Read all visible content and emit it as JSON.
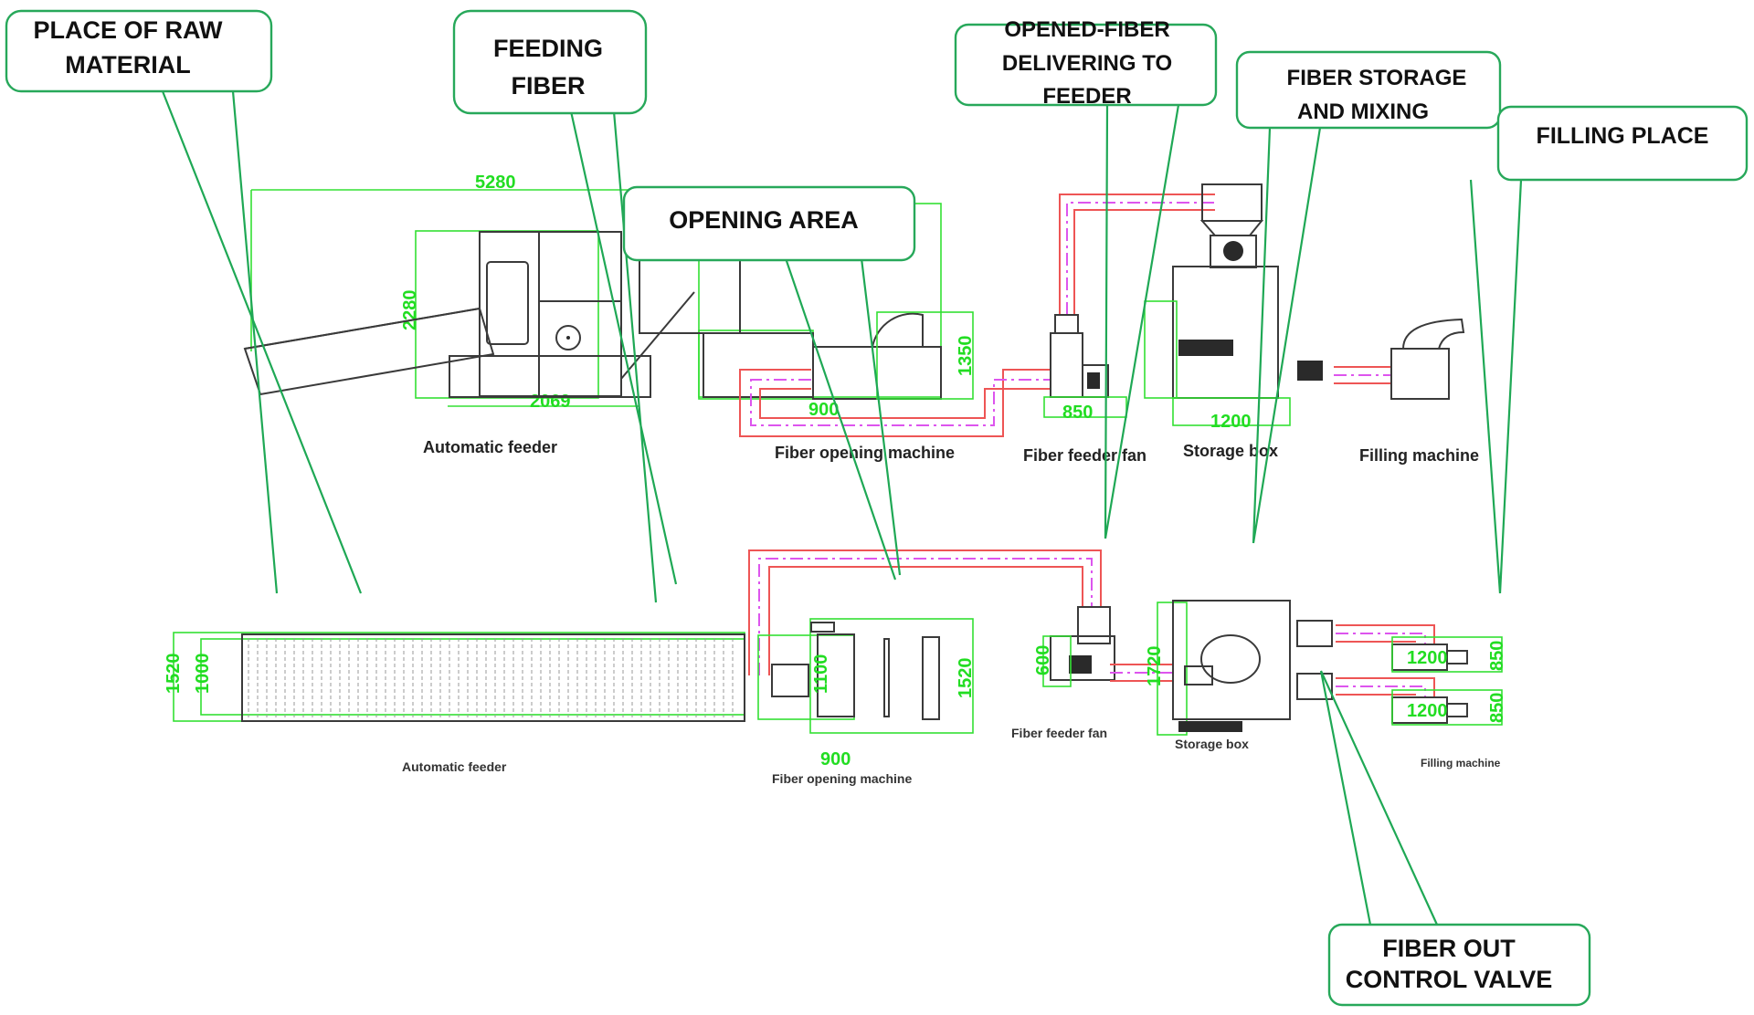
{
  "callouts": {
    "raw_material": {
      "line1": "PLACE OF RAW",
      "line2": "MATERIAL"
    },
    "feeding_fiber": {
      "line1": "FEEDING",
      "line2": "FIBER"
    },
    "opening_area": {
      "line1": "OPENING AREA"
    },
    "opened_fiber": {
      "line1": "OPENED-FIBER",
      "line2": "DELIVERING TO",
      "line3": "FEEDER"
    },
    "storage_mixing": {
      "line1": "FIBER STORAGE",
      "line2": "AND MIXING"
    },
    "filling_place": {
      "line1": "FILLING PLACE"
    },
    "control_valve": {
      "line1": "FIBER OUT",
      "line2": "CONTROL VALVE"
    }
  },
  "side_view": {
    "automatic_feeder": "Automatic feeder",
    "fiber_opening_machine": "Fiber opening machine",
    "fiber_feeder_fan": "Fiber feeder fan",
    "storage_box": "Storage box",
    "filling_machine": "Filling machine",
    "dimensions": {
      "feeder_length": "5280",
      "feeder_height": "2280",
      "feeder_base": "2069",
      "opener_width": "900",
      "opener_height": "1350",
      "fan_width": "850",
      "storage_width": "1200"
    }
  },
  "top_view": {
    "automatic_feeder": "Automatic feeder",
    "fiber_opening_machine": "Fiber opening machine",
    "fiber_feeder_fan": "Fiber feeder fan",
    "storage_box": "Storage box",
    "filling_machine": "Filling machine",
    "dimensions": {
      "feeder_outer_width": "1520",
      "feeder_inner_width": "1000",
      "opener_width": "900",
      "opener_inner": "1100",
      "opener_depth": "1520",
      "fan_size": "600",
      "storage_size": "1720",
      "filler_1_length": "1200",
      "filler_1_width": "850",
      "filler_2_length": "1200",
      "filler_2_width": "850"
    }
  }
}
